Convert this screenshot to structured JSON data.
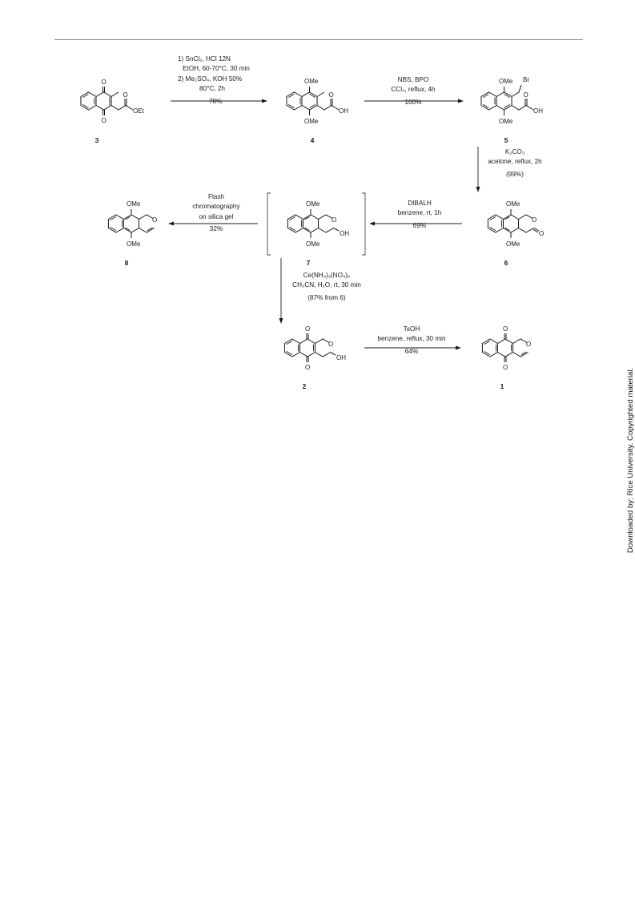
{
  "watermark": "Downloaded by: Rice University. Copyrighted material.",
  "scheme": {
    "compounds": [
      {
        "id": "3",
        "label": "3"
      },
      {
        "id": "4",
        "label": "4"
      },
      {
        "id": "5",
        "label": "5"
      },
      {
        "id": "6",
        "label": "6"
      },
      {
        "id": "7",
        "label": "7"
      },
      {
        "id": "8",
        "label": "8"
      },
      {
        "id": "2",
        "label": "2"
      },
      {
        "id": "1",
        "label": "1"
      }
    ],
    "atoms": {
      "ome": "OMe",
      "o": "O",
      "oh": "OH",
      "oet": "OEt",
      "br": "Br"
    },
    "steps": {
      "s3_4": {
        "line1": "1) SnCl₂, HCl 12N",
        "line2": "EtOH, 60-70°C, 30 min",
        "line3": "2) Me₂SO₄, KOH 50%",
        "line4": "80°C, 2h",
        "yield": "78%"
      },
      "s4_5": {
        "line1": "NBS, BPO",
        "line2": "CCl₄, reflux, 4h",
        "yield": "100%"
      },
      "s5_6": {
        "line1": "K₂CO₃",
        "line2": "acetone, reflux, 2h",
        "yield": "(99%)"
      },
      "s6_7": {
        "line1": "DIBALH",
        "line2": "benzene, rt, 1h",
        "yield": "69%"
      },
      "s7_8": {
        "line1": "Flash",
        "line2": "chromatography",
        "line3": "on silica gel",
        "yield": "32%"
      },
      "s7_2": {
        "line1": "Ce(NH₄)₂(NO₃)₆",
        "line2": "CH₃CN, H₂O, rt, 30 min",
        "yield": "(87% from 6)"
      },
      "s2_1": {
        "line1": "TsOH",
        "line2": "benzene, reflux, 30 min",
        "yield": "64%"
      }
    }
  }
}
